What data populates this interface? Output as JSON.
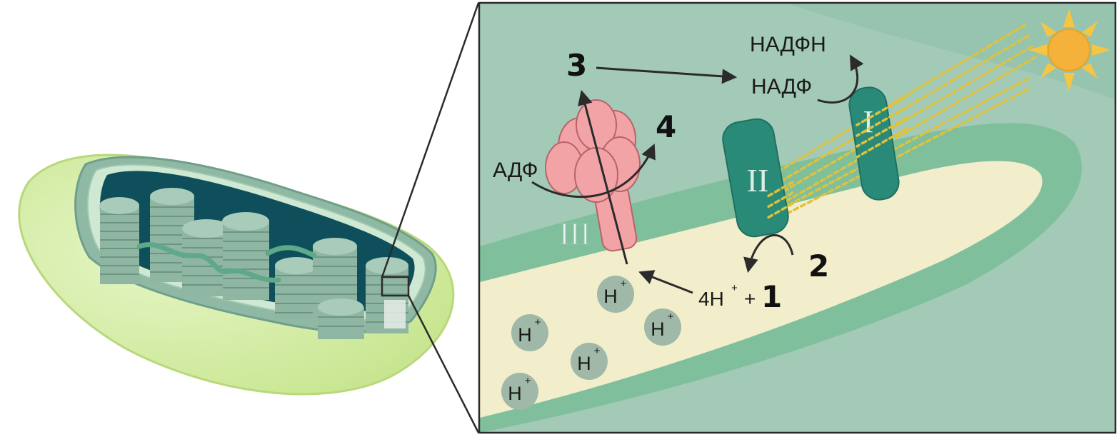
{
  "labels": {
    "step_1": "1",
    "step_2": "2",
    "step_3": "3",
    "step_4": "4",
    "four_h_plus": "4H",
    "plus_sign": "+",
    "h_plus": "H",
    "superscript_plus": "+",
    "nadph": "НАДФН",
    "nadp": "НАДФ",
    "adp": "АДФ",
    "photosystem_1": "I",
    "photosystem_2": "II",
    "atp_synthase": "III"
  },
  "colors": {
    "stroma": "#a3c9b7",
    "thylakoid_membrane": "#7fbf9c",
    "lumen": "#f2edcb",
    "photosystem": "#2a8a78",
    "atp_synthase": "#f2a3a6",
    "proton": "#9fb8a8",
    "chloroplast_outer": "#cdea8f",
    "sun": "#f6c544",
    "light_beam": "#e0c23a"
  },
  "icons": {
    "sun": "sun-icon",
    "chloroplast": "chloroplast-illustration"
  }
}
